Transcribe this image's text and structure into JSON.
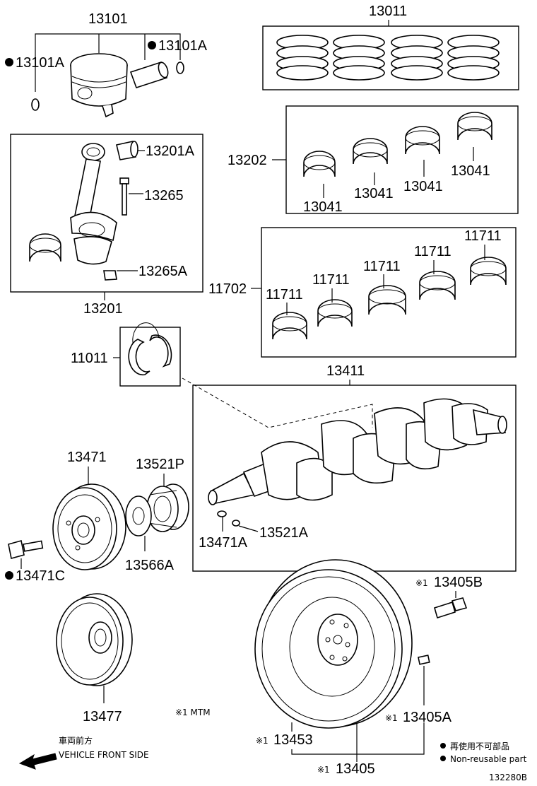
{
  "parts": {
    "p13101": "13101",
    "p13101A_left": "13101A",
    "p13101A_right": "13101A",
    "p13011": "13011",
    "p13202": "13202",
    "p13041_a": "13041",
    "p13041_b": "13041",
    "p13041_c": "13041",
    "p13041_d": "13041",
    "p13201A": "13201A",
    "p13265": "13265",
    "p13265A": "13265A",
    "p13201": "13201",
    "p11702": "11702",
    "p11711_a": "11711",
    "p11711_b": "11711",
    "p11711_c": "11711",
    "p11711_d": "11711",
    "p11711_e": "11711",
    "p11011": "11011",
    "p13411": "13411",
    "p13471": "13471",
    "p13521P": "13521P",
    "p13471A": "13471A",
    "p13521A": "13521A",
    "p13566A": "13566A",
    "p13471C": "13471C",
    "p13477": "13477",
    "p13405B": "13405B",
    "p13405A": "13405A",
    "p13453": "13453",
    "p13405": "13405"
  },
  "marks": {
    "mtm_note": "※1 MTM",
    "ref_mark": "※1"
  },
  "direction": {
    "jp": "車両前方",
    "en": "VEHICLE FRONT SIDE"
  },
  "legend": {
    "jp": "再使用不可部品",
    "en": "Non-reusable part"
  },
  "diagram_id": "132280B"
}
